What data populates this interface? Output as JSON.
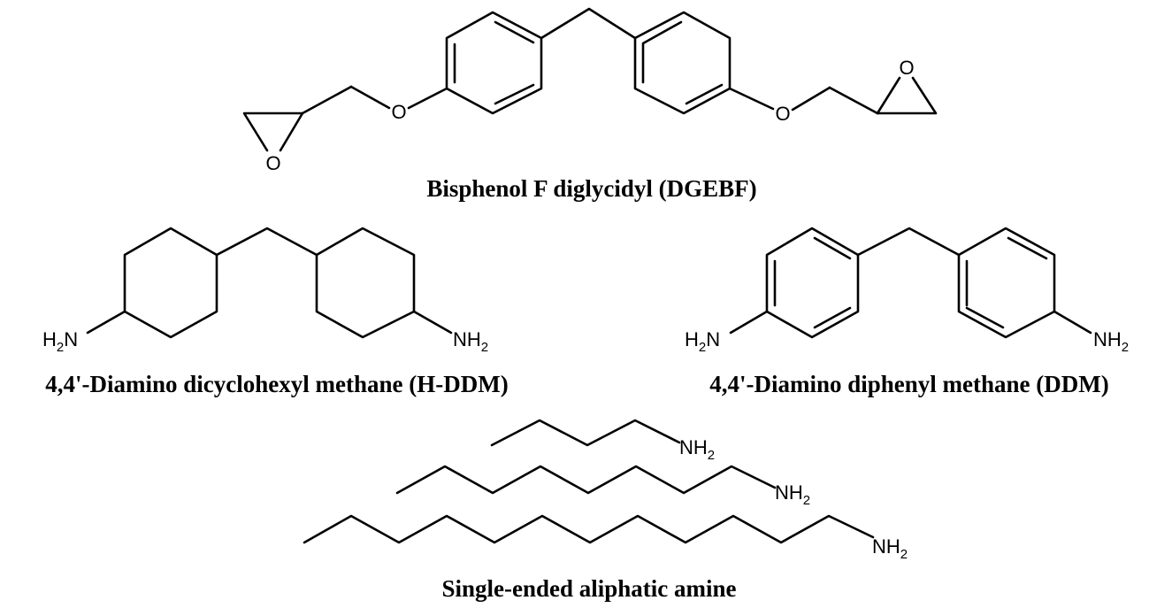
{
  "molecules": {
    "dgebf": {
      "caption": "Bisphenol F diglycidyl (DGEBF)",
      "oxygen_label": "O"
    },
    "hddm": {
      "caption": "4,4'-Diamino dicyclohexyl methane (H-DDM)",
      "amine_left_main": "H",
      "amine_left_sub": "2",
      "amine_left_tail": "N",
      "amine_right_main": "NH",
      "amine_right_sub": "2"
    },
    "ddm": {
      "caption": "4,4'-Diamino diphenyl methane (DDM)",
      "amine_left_main": "H",
      "amine_left_sub": "2",
      "amine_left_tail": "N",
      "amine_right_main": "NH",
      "amine_right_sub": "2"
    },
    "aliphatic": {
      "caption": "Single-ended aliphatic amine",
      "amine_main": "NH",
      "amine_sub": "2"
    }
  }
}
